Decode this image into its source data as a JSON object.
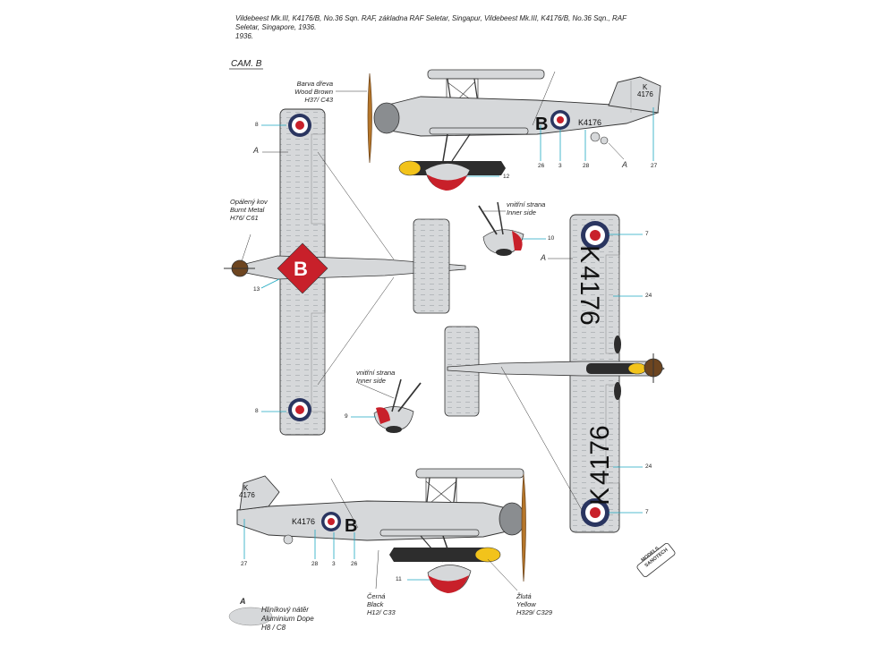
{
  "header": {
    "caption_cz": "Vildebeest Mk.III, K4176/B, No.36 Sqn. RAF, základna RAF Seletar, Singapur,",
    "caption_en": "Vildebeest Mk.III, K4176/B, No.36 Sqn., RAF Seletar, Singapore, 1936.",
    "caption_year": "1936.",
    "scheme_label": "CAM. B"
  },
  "callouts": {
    "wood_brown": [
      "Barva dřeva",
      "Wood Brown",
      "H37/ C43"
    ],
    "burnt_metal": [
      "Opálený kov",
      "Burnt Metal",
      "H76/ C61"
    ],
    "inner_side_top": [
      "vnitřní strana",
      "Inner side"
    ],
    "inner_side_bottom": [
      "vnitřní strana",
      "Inner side"
    ],
    "black": [
      "Černá",
      "Black",
      "H12/ C33"
    ],
    "yellow": [
      "Žlutá",
      "Yellow",
      "H329/ C329"
    ]
  },
  "numbers": {
    "top_26": "26",
    "top_3": "3",
    "top_28": "28",
    "top_27": "27",
    "top_12": "12",
    "left_8_top": "8",
    "left_8_bottom": "8",
    "left_13": "13",
    "right_10": "10",
    "right_9": "9",
    "lower_7_top": "7",
    "lower_24_top": "24",
    "lower_24_bottom": "24",
    "lower_7_bottom": "7",
    "bot_27": "27",
    "bot_28": "28",
    "bot_3": "3",
    "bot_26": "26",
    "bot_11": "11"
  },
  "letters_a": {
    "top_side": "A",
    "plan_top": "A",
    "lower_plan": "A",
    "legend": "A"
  },
  "markings": {
    "serial": "K4176",
    "fin_letter": "K",
    "fin_number": "4176",
    "code_letter": "B",
    "wing_serial_a": "K",
    "wing_serial_b": "4176"
  },
  "legend": {
    "swatch_color": "#d6d8da",
    "name_cz": "Hliníkový nátěr",
    "name_en": "Aluminium Dope",
    "code": "H8 / C8"
  },
  "logo": {
    "line1": "MODELS",
    "line2": "SANOTECH"
  },
  "colors": {
    "aluminium": "#d6d8da",
    "roundel_blue": "#2a3560",
    "roundel_red": "#c8202a",
    "wood": "#b5762a",
    "yellow": "#f2c31b",
    "black": "#2d2d2d",
    "callout_line": "#1da7c0"
  }
}
